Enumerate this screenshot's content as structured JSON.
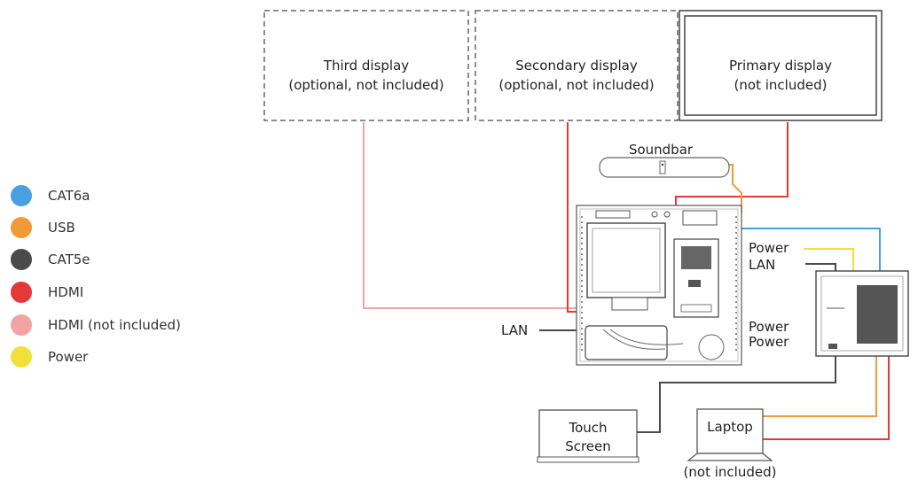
{
  "displays": {
    "third": {
      "line1": "Third display",
      "line2": "(optional, not included)"
    },
    "secondary": {
      "line1": "Secondary display",
      "line2": "(optional, not included)"
    },
    "primary": {
      "line1": "Primary display",
      "line2": "(not included)"
    }
  },
  "soundbar": {
    "label": "Soundbar"
  },
  "labels": {
    "power_top": "Power",
    "lan_top": "LAN",
    "lan_left": "LAN",
    "power_mid1": "Power",
    "power_mid2": "Power"
  },
  "touch_screen": {
    "line1": "Touch",
    "line2": "Screen"
  },
  "laptop": {
    "label": "Laptop",
    "note": "(not included)"
  },
  "legend": [
    {
      "label": "CAT6a",
      "color": "#4a9fe0",
      "icon": "cat6a-dot"
    },
    {
      "label": "USB",
      "color": "#f29a38",
      "icon": "usb-dot"
    },
    {
      "label": "CAT5e",
      "color": "#4a4a4a",
      "icon": "cat5e-dot"
    },
    {
      "label": "HDMI",
      "color": "#e53838",
      "icon": "hdmi-dot"
    },
    {
      "label": "HDMI (not included)",
      "color": "#f3a3a3",
      "icon": "hdmi-not-included-dot"
    },
    {
      "label": "Power",
      "color": "#f0e03a",
      "icon": "power-dot"
    }
  ],
  "colors": {
    "cat6a": "#4a9fe0",
    "usb": "#f29a38",
    "cat5e": "#4a4a4a",
    "hdmi": "#e53838",
    "hdmi_not_included": "#f3a3a3",
    "power": "#f0e03a",
    "outline": "#555555"
  }
}
